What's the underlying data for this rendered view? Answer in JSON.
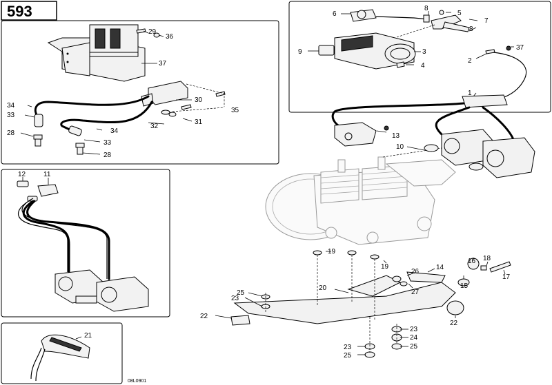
{
  "page_label": "593",
  "figure_code": "08L0901",
  "callouts": [
    {
      "id": "c1",
      "text": "1"
    },
    {
      "id": "c2",
      "text": "2"
    },
    {
      "id": "c3",
      "text": "3"
    },
    {
      "id": "c4",
      "text": "4"
    },
    {
      "id": "c5",
      "text": "5"
    },
    {
      "id": "c6",
      "text": "6"
    },
    {
      "id": "c7",
      "text": "7"
    },
    {
      "id": "c8a",
      "text": "8"
    },
    {
      "id": "c8b",
      "text": "8"
    },
    {
      "id": "c9",
      "text": "9"
    },
    {
      "id": "c10",
      "text": "10"
    },
    {
      "id": "c11",
      "text": "11"
    },
    {
      "id": "c12",
      "text": "12"
    },
    {
      "id": "c13",
      "text": "13"
    },
    {
      "id": "c14",
      "text": "14"
    },
    {
      "id": "c15",
      "text": "15"
    },
    {
      "id": "c16",
      "text": "16"
    },
    {
      "id": "c17",
      "text": "17"
    },
    {
      "id": "c18",
      "text": "18"
    },
    {
      "id": "c19a",
      "text": "19"
    },
    {
      "id": "c19b",
      "text": "19"
    },
    {
      "id": "c20",
      "text": "20"
    },
    {
      "id": "c21",
      "text": "21"
    },
    {
      "id": "c22a",
      "text": "22"
    },
    {
      "id": "c22b",
      "text": "22"
    },
    {
      "id": "c23a",
      "text": "23"
    },
    {
      "id": "c23b",
      "text": "23"
    },
    {
      "id": "c23c",
      "text": "23"
    },
    {
      "id": "c24",
      "text": "24"
    },
    {
      "id": "c25a",
      "text": "25"
    },
    {
      "id": "c25b",
      "text": "25"
    },
    {
      "id": "c25c",
      "text": "25"
    },
    {
      "id": "c26",
      "text": "26"
    },
    {
      "id": "c27",
      "text": "27"
    },
    {
      "id": "c28a",
      "text": "28"
    },
    {
      "id": "c28b",
      "text": "28"
    },
    {
      "id": "c29",
      "text": "29"
    },
    {
      "id": "c30",
      "text": "30"
    },
    {
      "id": "c31",
      "text": "31"
    },
    {
      "id": "c32",
      "text": "32"
    },
    {
      "id": "c33a",
      "text": "33"
    },
    {
      "id": "c33b",
      "text": "33"
    },
    {
      "id": "c34a",
      "text": "34"
    },
    {
      "id": "c34b",
      "text": "34"
    },
    {
      "id": "c35",
      "text": "35"
    },
    {
      "id": "c36",
      "text": "36"
    },
    {
      "id": "c37a",
      "text": "37"
    },
    {
      "id": "c37b",
      "text": "37"
    }
  ]
}
